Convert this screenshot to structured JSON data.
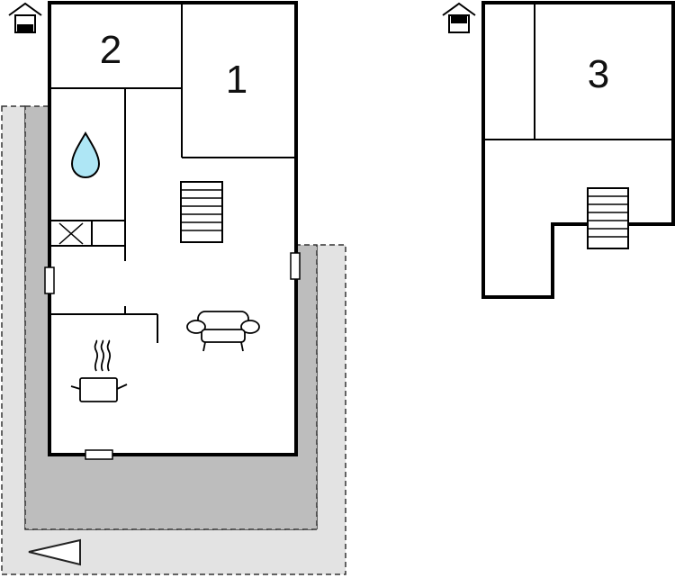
{
  "floors": [
    {
      "id": "ground",
      "floor_icon": "house-ground-floor-icon",
      "rooms": [
        {
          "label": "2"
        },
        {
          "label": "1"
        }
      ],
      "icons": [
        "water-drop-icon",
        "stairs-icon",
        "sofa-icon",
        "cooking-pot-icon",
        "cabinet-x-icon",
        "entrance-arrow-icon"
      ]
    },
    {
      "id": "upper",
      "floor_icon": "house-upper-floor-icon",
      "rooms": [
        {
          "label": "3"
        }
      ],
      "icons": [
        "stairs-icon"
      ]
    }
  ],
  "colors": {
    "wall": "#000000",
    "terrace_dark": "#bdbdbd",
    "terrace_light": "#e3e3e3",
    "water": "#aee6f5",
    "background": "#ffffff"
  }
}
